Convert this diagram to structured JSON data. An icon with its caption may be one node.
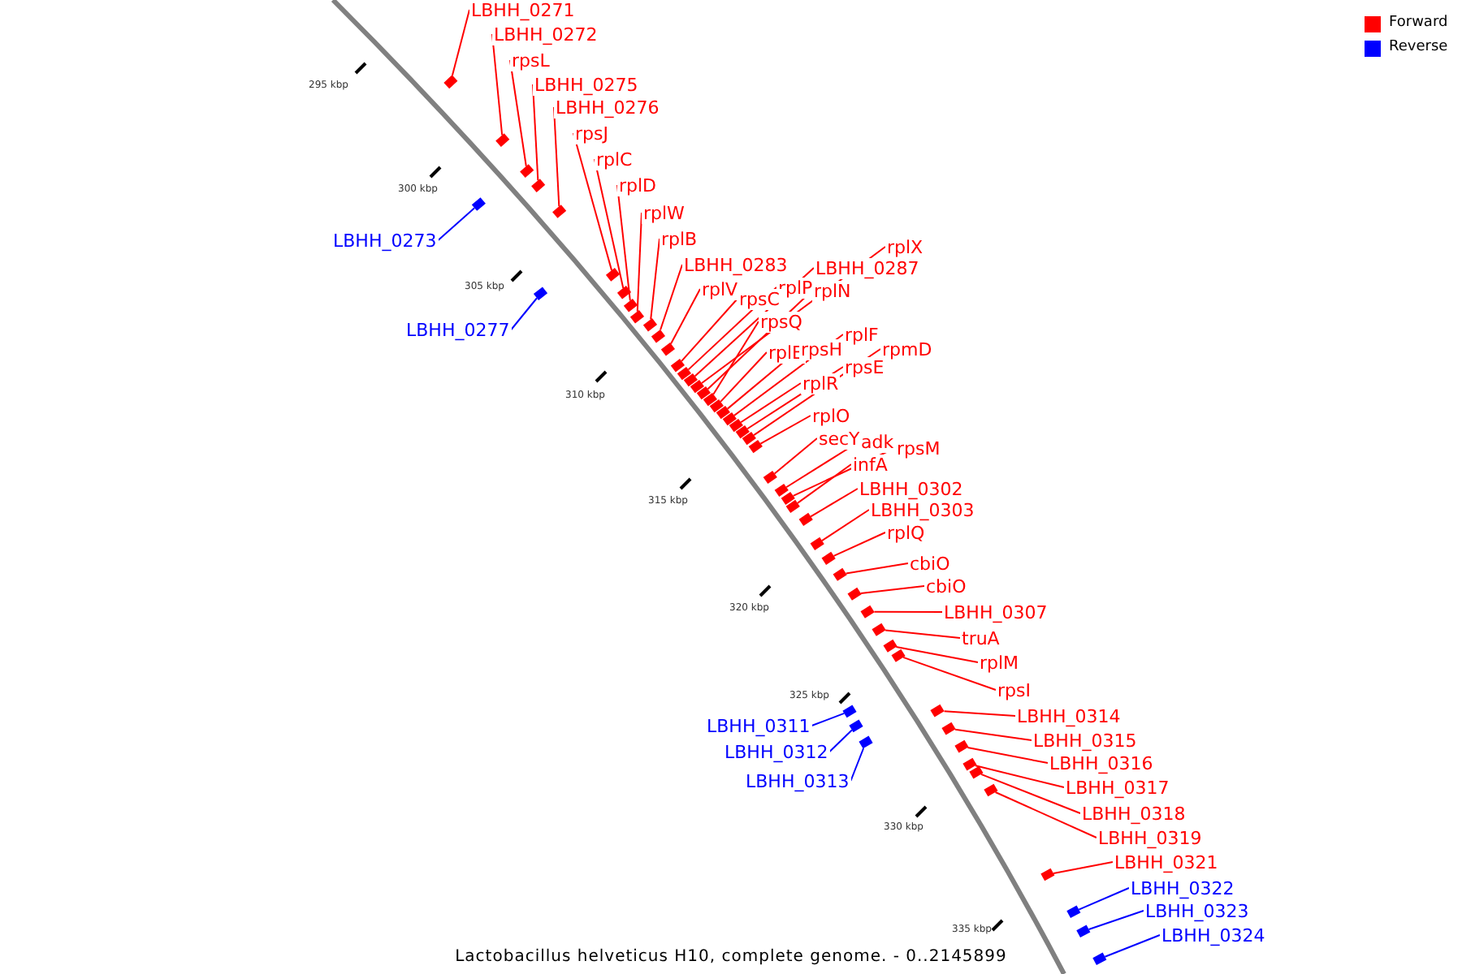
{
  "diagram": {
    "caption": "Lactobacillus helveticus H10, complete genome. - 0..2145899",
    "nodes": [
      {
        "text": [
          "LBHH_0271"
        ]
      },
      {
        "text": [
          "LBHH_0272"
        ]
      },
      {
        "text": [
          "rpsL"
        ]
      },
      {
        "text": [
          "LBHH_0275"
        ]
      },
      {
        "text": [
          "LBHH_0276"
        ]
      },
      {
        "text": [
          "rpsJ"
        ]
      },
      {
        "text": [
          "rplC"
        ]
      },
      {
        "text": [
          "rplD"
        ]
      },
      {
        "text": [
          "LBHH_0273"
        ]
      },
      {
        "text": [
          "rplW"
        ]
      },
      {
        "text": [
          "rplB"
        ]
      },
      {
        "text": [
          "rplX"
        ]
      },
      {
        "text": [
          "LBHH_0283"
        ]
      },
      {
        "text": [
          "LBHH_0287"
        ]
      },
      {
        "text": [
          "rplV"
        ]
      },
      {
        "text": [
          "rplP"
        ]
      },
      {
        "text": [
          "rplN"
        ]
      },
      {
        "text": [
          "rpsC"
        ]
      },
      {
        "text": [
          "rpsQ"
        ]
      },
      {
        "text": [
          "LBHH_0277"
        ]
      },
      {
        "text": [
          "rplF"
        ]
      },
      {
        "text": [
          "rpmD"
        ]
      },
      {
        "text": [
          "rplE"
        ]
      },
      {
        "text": [
          "rpsH"
        ]
      },
      {
        "text": [
          "rpsE"
        ]
      },
      {
        "text": [
          "rplR"
        ]
      },
      {
        "text": [
          "rplO"
        ]
      },
      {
        "text": [
          "secY"
        ]
      },
      {
        "text": [
          "adk"
        ]
      },
      {
        "text": [
          "rpsM"
        ]
      },
      {
        "text": [
          "infA"
        ]
      },
      {
        "text": [
          "LBHH_0302"
        ]
      },
      {
        "text": [
          "LBHH_0303"
        ]
      },
      {
        "text": [
          "rplQ"
        ]
      },
      {
        "text": [
          "cbiO"
        ]
      },
      {
        "text": [
          "cbiO"
        ]
      },
      {
        "text": [
          "LBHH_0307"
        ]
      },
      {
        "text": [
          "truA"
        ]
      },
      {
        "text": [
          "rplM"
        ]
      },
      {
        "text": [
          "rpsI"
        ]
      },
      {
        "text": [
          "LBHH_0314"
        ]
      },
      {
        "text": [
          "LBHH_0311"
        ]
      },
      {
        "text": [
          "LBHH_0315"
        ]
      },
      {
        "text": [
          "LBHH_0312"
        ]
      },
      {
        "text": [
          "LBHH_0316"
        ]
      },
      {
        "text": [
          "LBHH_0313"
        ]
      },
      {
        "text": [
          "LBHH_0317"
        ]
      },
      {
        "text": [
          "LBHH_0318"
        ]
      },
      {
        "text": [
          "LBHH_0319"
        ]
      },
      {
        "text": [
          "LBHH_0321"
        ]
      },
      {
        "text": [
          "LBHH_0322"
        ]
      },
      {
        "text": [
          "LBHH_0323"
        ]
      },
      {
        "text": [
          "LBHH_0324"
        ]
      },
      {
        "text": [],
        "shape": "box"
      },
      {
        "text": [],
        "shape": "box"
      },
      {
        "text": [],
        "shape": "box"
      },
      {
        "text": [],
        "shape": "box"
      },
      {
        "text": [],
        "shape": "box"
      },
      {
        "text": [],
        "shape": "box"
      },
      {
        "text": [],
        "shape": "box"
      },
      {
        "text": [],
        "shape": "box"
      },
      {
        "text": [],
        "shape": "box"
      },
      {
        "text": [],
        "shape": "box"
      },
      {
        "text": [],
        "shape": "box"
      },
      {
        "text": [],
        "shape": "box"
      },
      {
        "text": [],
        "shape": "box"
      },
      {
        "text": [],
        "shape": "box"
      },
      {
        "text": [],
        "shape": "box"
      },
      {
        "text": [],
        "shape": "box"
      },
      {
        "text": [],
        "shape": "box"
      },
      {
        "text": [],
        "shape": "box"
      },
      {
        "text": [],
        "shape": "box"
      },
      {
        "text": [],
        "shape": "box"
      },
      {
        "text": [],
        "shape": "box"
      },
      {
        "text": [],
        "shape": "box"
      },
      {
        "text": [],
        "shape": "box"
      },
      {
        "text": [],
        "shape": "box"
      },
      {
        "text": [],
        "shape": "box"
      },
      {
        "text": [],
        "shape": "box"
      },
      {
        "text": [],
        "shape": "box"
      },
      {
        "text": [],
        "shape": "box"
      },
      {
        "text": [],
        "shape": "box"
      },
      {
        "text": [],
        "shape": "box"
      },
      {
        "text": [],
        "shape": "box"
      },
      {
        "text": [],
        "shape": "box"
      },
      {
        "text": [],
        "shape": "box"
      },
      {
        "text": [],
        "shape": "box"
      },
      {
        "text": [],
        "shape": "box"
      },
      {
        "text": [],
        "shape": "box"
      },
      {
        "text": [],
        "shape": "box"
      },
      {
        "text": [],
        "shape": "box"
      },
      {
        "text": [],
        "shape": "box"
      },
      {
        "text": [],
        "shape": "box"
      },
      {
        "text": [],
        "shape": "box"
      },
      {
        "text": [],
        "shape": "box"
      },
      {
        "text": [],
        "shape": "box"
      },
      {
        "text": [],
        "shape": "box"
      },
      {
        "text": [],
        "shape": "box"
      },
      {
        "text": [],
        "shape": "box"
      },
      {
        "text": [],
        "shape": "box"
      },
      {
        "text": [],
        "shape": "box"
      },
      {
        "text": [],
        "shape": "box"
      },
      {
        "text": [],
        "shape": "box"
      },
      {
        "text": [],
        "shape": "box"
      },
      {
        "text": [],
        "shape": "box"
      },
      {
        "text": [],
        "shape": "box"
      }
    ],
    "edges": [
      {
        "from": 0,
        "to": 53,
        "arrow": "none"
      },
      {
        "from": 1,
        "to": 54,
        "arrow": "none"
      },
      {
        "from": 2,
        "to": 55,
        "arrow": "none"
      },
      {
        "from": 3,
        "to": 56,
        "arrow": "none"
      },
      {
        "from": 4,
        "to": 57,
        "arrow": "none"
      },
      {
        "from": 5,
        "to": 58,
        "arrow": "none"
      },
      {
        "from": 6,
        "to": 59,
        "arrow": "none"
      },
      {
        "from": 7,
        "to": 60,
        "arrow": "none"
      },
      {
        "from": 8,
        "to": 61,
        "arrow": "none",
        "color": "#0000ff"
      },
      {
        "from": 9,
        "to": 62,
        "arrow": "none"
      },
      {
        "from": 10,
        "to": 63,
        "arrow": "none"
      },
      {
        "from": 11,
        "to": 64,
        "arrow": "none"
      },
      {
        "from": 12,
        "to": 65,
        "arrow": "none"
      },
      {
        "from": 13,
        "to": 66,
        "arrow": "none"
      },
      {
        "from": 14,
        "to": 67,
        "arrow": "none"
      },
      {
        "from": 15,
        "to": 68,
        "arrow": "none"
      },
      {
        "from": 16,
        "to": 69,
        "arrow": "none"
      },
      {
        "from": 17,
        "to": 70,
        "arrow": "none"
      },
      {
        "from": 18,
        "to": 71,
        "arrow": "none"
      },
      {
        "from": 19,
        "to": 72,
        "arrow": "none",
        "color": "#0000ff"
      },
      {
        "from": 20,
        "to": 73,
        "arrow": "none"
      },
      {
        "from": 21,
        "to": 74,
        "arrow": "none"
      },
      {
        "from": 22,
        "to": 75,
        "arrow": "none"
      },
      {
        "from": 23,
        "to": 76,
        "arrow": "none"
      },
      {
        "from": 24,
        "to": 77,
        "arrow": "none"
      },
      {
        "from": 25,
        "to": 78,
        "arrow": "none"
      },
      {
        "from": 26,
        "to": 79,
        "arrow": "none"
      },
      {
        "from": 27,
        "to": 80,
        "arrow": "none"
      },
      {
        "from": 28,
        "to": 81,
        "arrow": "none"
      },
      {
        "from": 29,
        "to": 82,
        "arrow": "none"
      },
      {
        "from": 30,
        "to": 83,
        "arrow": "none"
      },
      {
        "from": 31,
        "to": 84,
        "arrow": "none"
      },
      {
        "from": 32,
        "to": 85,
        "arrow": "none"
      },
      {
        "from": 33,
        "to": 86,
        "arrow": "none"
      },
      {
        "from": 34,
        "to": 87,
        "arrow": "none"
      },
      {
        "from": 35,
        "to": 88,
        "arrow": "none"
      },
      {
        "from": 36,
        "to": 89,
        "arrow": "none"
      },
      {
        "from": 37,
        "to": 90,
        "arrow": "none"
      },
      {
        "from": 38,
        "to": 91,
        "arrow": "none"
      },
      {
        "from": 39,
        "to": 92,
        "arrow": "none"
      },
      {
        "from": 40,
        "to": 93,
        "arrow": "none"
      },
      {
        "from": 41,
        "to": 94,
        "arrow": "none",
        "color": "#0000ff"
      },
      {
        "from": 42,
        "to": 95,
        "arrow": "none"
      },
      {
        "from": 43,
        "to": 96,
        "arrow": "none",
        "color": "#0000ff"
      },
      {
        "from": 44,
        "to": 97,
        "arrow": "none"
      },
      {
        "from": 45,
        "to": 98,
        "arrow": "none",
        "color": "#0000ff"
      },
      {
        "from": 46,
        "to": 99,
        "arrow": "none"
      },
      {
        "from": 47,
        "to": 100,
        "arrow": "none"
      },
      {
        "from": 48,
        "to": 101,
        "arrow": "none"
      },
      {
        "from": 49,
        "to": 102,
        "arrow": "none"
      },
      {
        "from": 50,
        "to": 103,
        "arrow": "none",
        "color": "#0000ff"
      },
      {
        "from": 51,
        "to": 104,
        "arrow": "none",
        "color": "#0000ff"
      },
      {
        "from": 52,
        "to": 105,
        "arrow": "none",
        "color": "#0000ff"
      }
    ],
    "labels": [
      "295 kbp",
      "300 kbp",
      "305 kbp",
      "310 kbp",
      "315 kbp",
      "320 kbp",
      "325 kbp",
      "330 kbp",
      "335 kbp"
    ],
    "legend": [
      {
        "text": "Forward",
        "color": "#ff0000"
      },
      {
        "text": "Reverse",
        "color": "#0000ff"
      }
    ]
  }
}
